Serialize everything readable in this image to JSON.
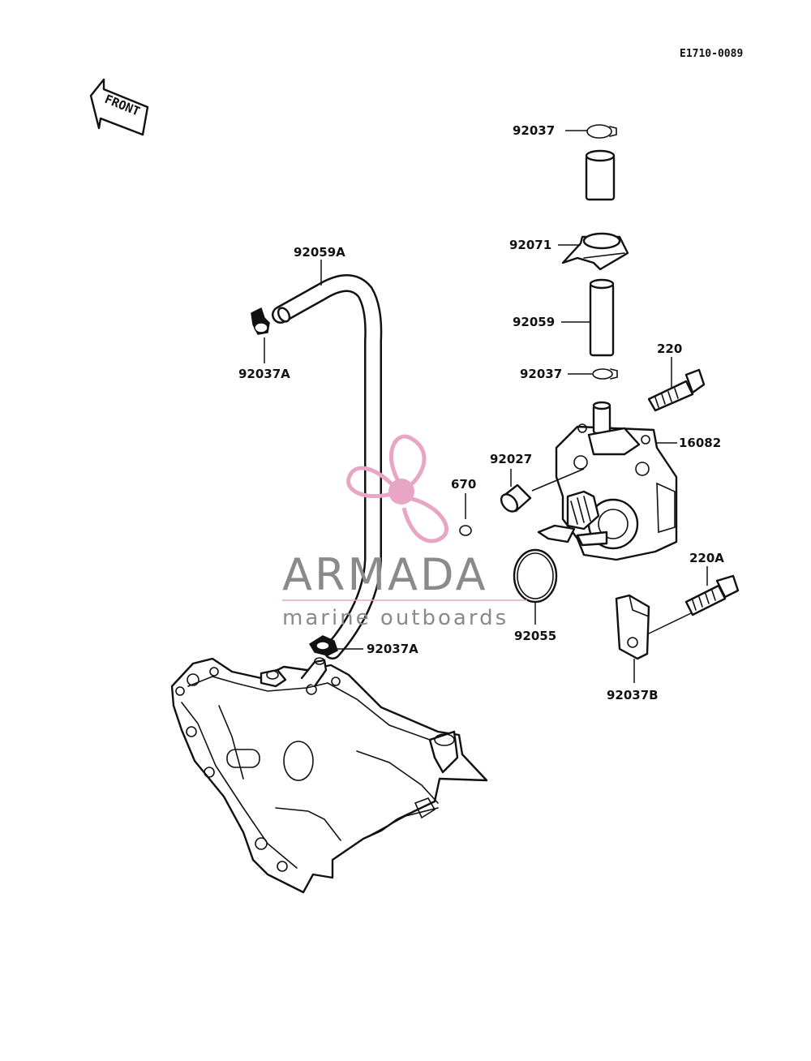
{
  "diagram": {
    "code": "E1710-0089",
    "front_tag": "FRONT",
    "labels": {
      "clip_top": "92037",
      "hose_guide": "92071",
      "hose_lower": "92059",
      "clip_mid": "92037",
      "bolt": "220",
      "pump": "16082",
      "collar": "92027",
      "ring_small": "670",
      "oring": "92055",
      "bolt_a": "220A",
      "clamp_b": "92037B",
      "hose_long": "92059A",
      "clip_a_upper": "92037A",
      "clip_a_lower": "92037A"
    }
  },
  "watermark": {
    "brand": "ARMADA",
    "tagline": "marine outboards",
    "logo_color": "#e8a6c4",
    "text_color": "#8a8a8a"
  }
}
